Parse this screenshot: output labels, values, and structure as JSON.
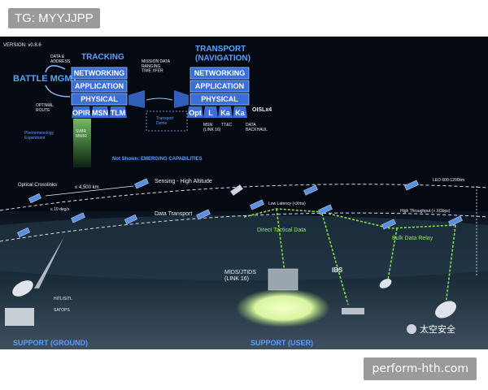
{
  "tags": {
    "top_left": "TG: MYYJJPP",
    "bottom_right": "perform-hth.com"
  },
  "diagram": {
    "version": "VERSION: v0.8.6",
    "battle_mgmt": "BATTLE MGMT",
    "data_address": "DATA &\nADDRESS",
    "optimal_route": "OPTIMAL\nROUTE",
    "tracking": "TRACKING",
    "transport_title": "TRANSPORT\n(NAVIGATION)",
    "mission_data": "MISSION DATA\nRANGING\nTIME XFER",
    "stack_left": [
      "NETWORKING",
      "APPLICATION",
      "PHYSICAL"
    ],
    "stack_right": [
      "NETWORKING",
      "APPLICATION",
      "PHYSICAL"
    ],
    "left_tabs": [
      "OPIR",
      "MSN",
      "TLM"
    ],
    "right_tabs": [
      "Opt",
      "L",
      "Ka",
      "Ka"
    ],
    "oisl": "OISLx4",
    "transport_demo": "Transport\nDemo",
    "msn_link": "MSN\n(LINK 16)",
    "ttc": "TT&C",
    "data_backhaul": "DATA\nBACKHAUL",
    "phenomenology": "Phenomenology\nExperiment",
    "swir_mwir": "SWIR\nMWIR",
    "not_shown": "Not Shown: EMERGING CAPABILITIES",
    "optical_crosslinks": "Optical Crosslinks",
    "range_4500": "≤ 4,500 km",
    "range_deg": "≤ 10 deg/s",
    "sensing": "Sensing - High Altitude",
    "leo": "LEO 600-1200km",
    "low_latency": "Low Latency (<Xms)",
    "high_throughput": "High Throughput (> XGbps)",
    "data_transport": "Data Transport",
    "direct_tactical": "Direct Tactical Data",
    "bulk_data": "Bulk Data Relay",
    "ibs": "IBS",
    "mids": "MIDS/JTIDS\n(LINK 16)",
    "hitl": "HITL/SITL",
    "satops": "SATOPS",
    "support_ground": "SUPPORT (GROUND)",
    "support_user": "SUPPORT (USER)",
    "wechat": "太空安全"
  },
  "colors": {
    "background": "#050a12",
    "stack_blue": "#3a6fd8",
    "green_link": "#7ee04a",
    "label_blue": "#5aa0ff"
  }
}
